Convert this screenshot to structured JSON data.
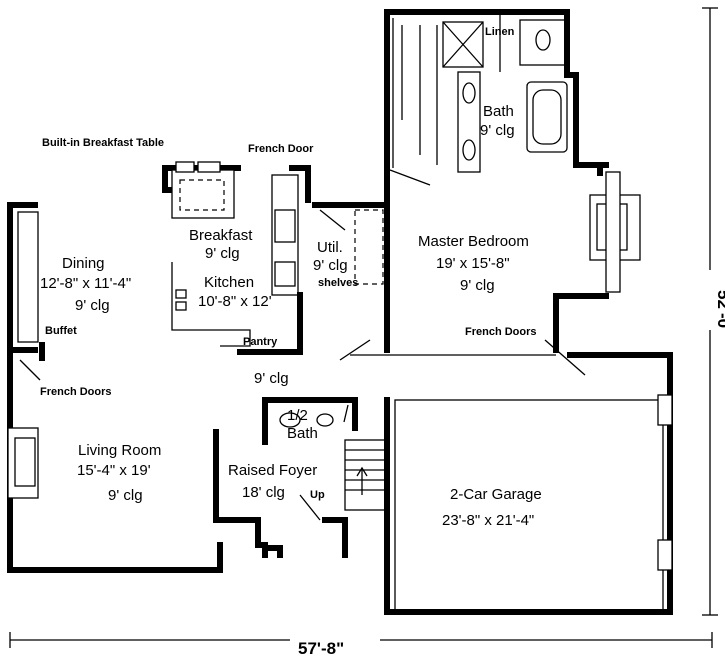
{
  "rooms": {
    "master_bath": {
      "name": "Bath",
      "clg": "9' clg"
    },
    "linen": {
      "name": "Linen"
    },
    "master_bedroom": {
      "name": "Master Bedroom",
      "size": "19' x 15'-8\"",
      "clg": "9' clg"
    },
    "breakfast": {
      "name": "Breakfast",
      "clg": "9' clg"
    },
    "utility": {
      "name": "Util.",
      "clg": "9' clg",
      "note": "shelves"
    },
    "dining": {
      "name": "Dining",
      "size": "12'-8\" x 11'-4\"",
      "clg": "9' clg"
    },
    "kitchen": {
      "name": "Kitchen",
      "size": "10'-8\" x 12'"
    },
    "pantry": {
      "name": "Pantry"
    },
    "hall": {
      "clg": "9' clg"
    },
    "half_bath": {
      "name": "1/2",
      "name2": "Bath"
    },
    "living_room": {
      "name": "Living Room",
      "size": "15'-4\" x 19'",
      "clg": "9' clg"
    },
    "raised_foyer": {
      "name": "Raised Foyer",
      "clg": "18' clg",
      "stair": "Up"
    },
    "garage": {
      "name": "2-Car Garage",
      "size": "23'-8\" x 21'-4\""
    }
  },
  "callouts": {
    "builtin_table": "Built-in Breakfast Table",
    "french_door": "French Door",
    "buffet": "Buffet",
    "french_doors_living": "French Doors",
    "french_doors_master": "French Doors"
  },
  "dimensions": {
    "width": "57'-8\"",
    "depth": "52'-0\""
  }
}
